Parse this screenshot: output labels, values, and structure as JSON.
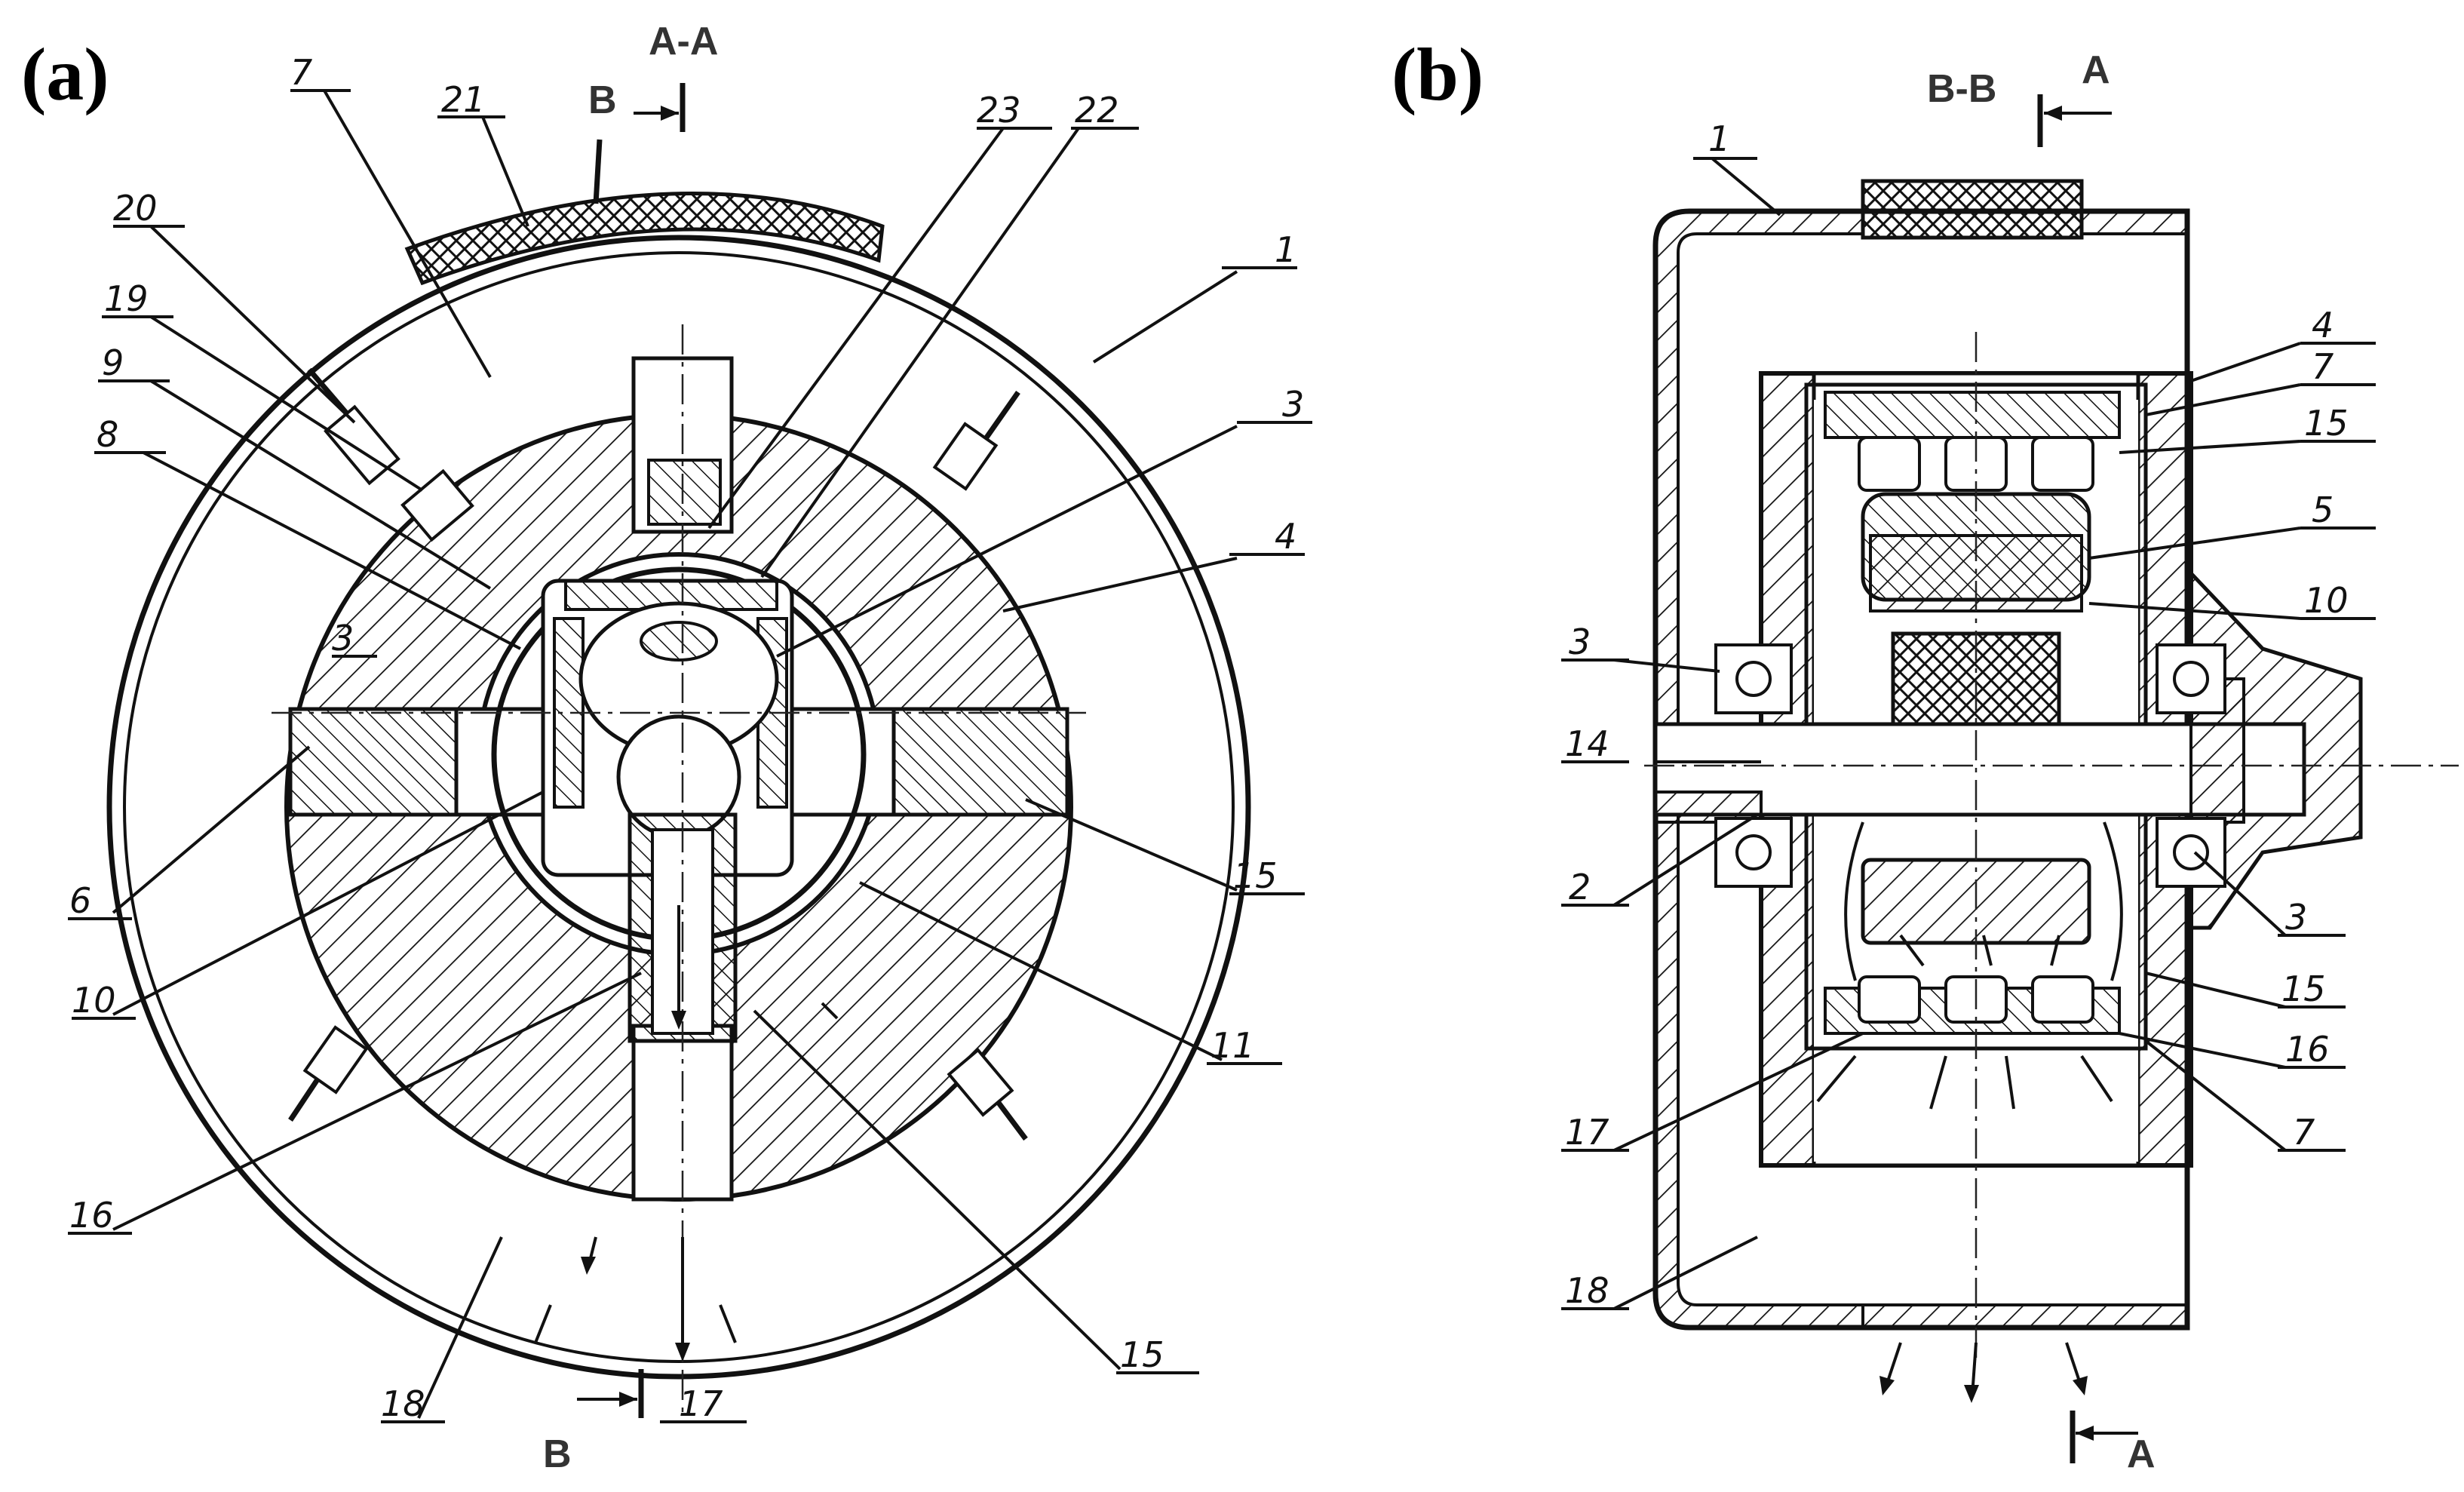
{
  "panels": {
    "a": {
      "label": "(a)",
      "section_title": "A-A",
      "cut_top": "B",
      "cut_bottom": "B",
      "parts": [
        "7",
        "21",
        "20",
        "19",
        "9",
        "8",
        "3",
        "6",
        "10",
        "16",
        "18",
        "17",
        "15",
        "11",
        "15",
        "4",
        "3",
        "1",
        "23",
        "22"
      ]
    },
    "b": {
      "label": "(b)",
      "section_title": "B-B",
      "cut_top": "A",
      "cut_bottom": "A",
      "parts": [
        "1",
        "4",
        "7",
        "15",
        "5",
        "10",
        "3",
        "14",
        "2",
        "3",
        "15",
        "16",
        "7",
        "17",
        "18"
      ]
    }
  },
  "colors": {
    "ink": "#111111",
    "paper": "#ffffff"
  }
}
